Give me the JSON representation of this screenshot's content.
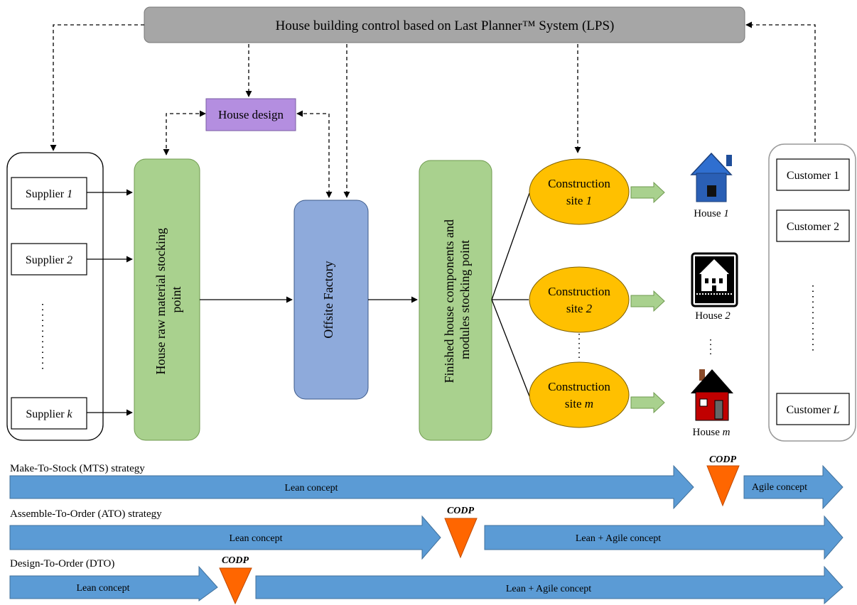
{
  "header": {
    "title": "House building control based on Last Planner™ System (LPS)"
  },
  "design": {
    "label": "House design"
  },
  "suppliers": [
    {
      "name": "Supplier ",
      "index": "1"
    },
    {
      "name": "Supplier ",
      "index": "2"
    },
    {
      "name": "Supplier ",
      "index": "k"
    }
  ],
  "raw_stock": {
    "line1": "House raw material stocking",
    "line2": "point"
  },
  "factory": {
    "label": "Offsite Factory"
  },
  "finished_stock": {
    "line1": "Finished house components and",
    "line2": "modules stocking point"
  },
  "sites": [
    {
      "line1": "Construction",
      "prefix": "site ",
      "index": "1"
    },
    {
      "line1": "Construction",
      "prefix": "site ",
      "index": "2"
    },
    {
      "line1": "Construction",
      "prefix": "site ",
      "index": "m"
    }
  ],
  "houses": [
    {
      "name": "House ",
      "index": "1"
    },
    {
      "name": "House ",
      "index": "2"
    },
    {
      "name": "House ",
      "index": "m"
    }
  ],
  "customers": [
    {
      "name": "Customer 1"
    },
    {
      "name": "Customer 2"
    },
    {
      "name": "Customer ",
      "index": "L"
    }
  ],
  "strategies": [
    {
      "label": "Make-To-Stock (MTS) strategy",
      "lean": "Lean concept",
      "agile": "Agile concept",
      "codp": "CODP"
    },
    {
      "label": "Assemble-To-Order (ATO) strategy",
      "lean": "Lean concept",
      "agile": "Lean + Agile concept",
      "codp": "CODP"
    },
    {
      "label": "Design-To-Order (DTO)",
      "lean": "Lean concept",
      "agile": "Lean + Agile concept",
      "codp": "CODP"
    }
  ],
  "colors": {
    "header_fill": "#a6a6a6",
    "design_fill": "#b48ee0",
    "stock_fill": "#a9d18e",
    "factory_fill": "#8eaadb",
    "site_fill": "#ffc000",
    "arrow_fill": "#5b9bd5",
    "codp_fill": "#ff6600",
    "small_arrow_fill": "#a9d18e",
    "house1_roof": "#2f6fd0",
    "house3_roof": "#c00000"
  },
  "icons": [
    "house-icon-blue",
    "house-icon-framed",
    "house-icon-red"
  ]
}
